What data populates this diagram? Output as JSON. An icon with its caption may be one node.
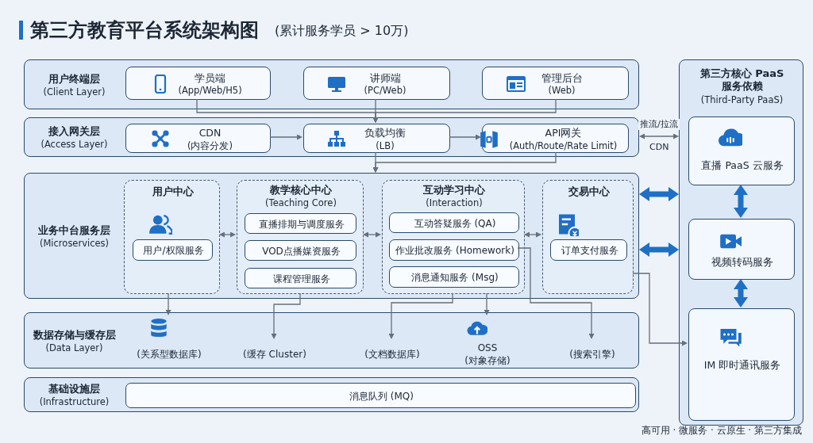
{
  "diagram": {
    "title": "第三方教育平台系统架构图",
    "caption": "高可用 · 微服务 · 云原生 · 第三方集成",
    "nodes": [
      {
        "text": [
          "用户终端层",
          "(Client Layer)"
        ]
      },
      {
        "text": [
          "学员端",
          "(App/Web/H5)"
        ],
        "in": 0
      },
      {
        "text": [
          "讲师端",
          "(PC/Web)"
        ],
        "in": 0
      },
      {
        "text": [
          "管理后台",
          "(Web)"
        ],
        "in": 0
      },
      {
        "text": [
          "接入网关层",
          "(Access Layer)"
        ]
      },
      {
        "text": [
          "CDN",
          "(内容分发)"
        ],
        "in": 4
      },
      {
        "text": [
          "负载均衡",
          "(LB)"
        ],
        "in": 4
      },
      {
        "text": [
          "API网关",
          "(Auth/Route/Rate Limit)"
        ],
        "in": 4
      },
      {
        "text": [
          "业务中台服务层",
          "(Microservices)"
        ]
      },
      {
        "text": [
          "用户中心"
        ],
        "in": 8
      },
      {
        "text": [
          "用户/权限服务"
        ],
        "in": 9
      },
      {
        "text": [
          "教学核心中心",
          "(Teaching Core)"
        ],
        "in": 8
      },
      {
        "text": [
          "直播排期与调度服务"
        ],
        "in": 11
      },
      {
        "text": [
          "VOD点播媒资服务"
        ],
        "in": 11
      },
      {
        "text": [
          "课程管理服务"
        ],
        "in": 11
      },
      {
        "text": [
          "互动学习中心",
          "(Interaction)"
        ],
        "in": 8
      },
      {
        "text": [
          "互动答疑服务 (QA)"
        ],
        "in": 15
      },
      {
        "text": [
          "作业批改服务 (Homework)"
        ],
        "in": 15
      },
      {
        "text": [
          "消息通知服务 (Msg)"
        ],
        "in": 15
      },
      {
        "text": [
          "交易中心"
        ],
        "in": 8
      },
      {
        "text": [
          "订单支付服务"
        ],
        "in": 19
      },
      {
        "text": [
          "数据存储与缓存层",
          "(Data Layer)"
        ]
      },
      {
        "text": [
          "(关系型数据库)"
        ],
        "in": 21
      },
      {
        "text": [
          "(缓存 Cluster)"
        ],
        "in": 21
      },
      {
        "text": [
          "(文档数据库)"
        ],
        "in": 21
      },
      {
        "text": [
          "OSS",
          "(对象存储)"
        ],
        "in": 21
      },
      {
        "text": [
          "(搜索引擎)"
        ],
        "in": 21
      },
      {
        "text": [
          "基础设施层",
          "(Infrastructure)"
        ]
      },
      {
        "text": [
          "消息队列 (MQ)"
        ],
        "in": 27
      },
      {
        "text": [
          "第三方核心 PaaS 服务依赖",
          "(Third-Party PaaS)"
        ]
      },
      {
        "text": [
          "直播 PaaS 云服务"
        ],
        "in": 29
      },
      {
        "text": [
          "视频转码服务"
        ],
        "in": 29
      },
      {
        "text": [
          "IM 即时通讯服务"
        ],
        "in": 29
      }
    ],
    "edges": [
      {
        "from": 1,
        "to": 6,
        "arrow": "to"
      },
      {
        "from": 2,
        "to": 6,
        "arrow": "to"
      },
      {
        "from": 3,
        "to": 6,
        "arrow": "to"
      },
      {
        "from": 5,
        "to": 6,
        "arrow": "to"
      },
      {
        "from": 6,
        "to": 7,
        "arrow": "to"
      },
      {
        "from": 6,
        "to": 8,
        "arrow": "to"
      },
      {
        "from": 7,
        "to": 8,
        "arrow": "to"
      },
      {
        "from": 4,
        "to": 29,
        "arrow": "both",
        "label": "推流/拉流"
      },
      {
        "from": 9,
        "to": 11,
        "arrow": "both"
      },
      {
        "from": 11,
        "to": 15,
        "arrow": "both"
      },
      {
        "from": 15,
        "to": 19,
        "arrow": "both"
      },
      {
        "from": 8,
        "to": 29,
        "arrow": "both",
        "style": "thick",
        "color": "#1f6fc5"
      },
      {
        "from": 8,
        "to": 29,
        "arrow": "both",
        "style": "thick",
        "color": "#1f6fc5"
      },
      {
        "from": 30,
        "to": 31,
        "arrow": "both",
        "style": "thick",
        "color": "#1f6fc5"
      },
      {
        "from": 31,
        "to": 32,
        "arrow": "both",
        "style": "thick",
        "color": "#1f6fc5"
      },
      {
        "from": 19,
        "to": 32,
        "arrow": "to"
      },
      {
        "from": 9,
        "to": 22,
        "arrow": "to"
      },
      {
        "from": 11,
        "to": 23,
        "arrow": "to"
      },
      {
        "from": 15,
        "to": 24,
        "arrow": "to"
      },
      {
        "from": 15,
        "to": 25,
        "arrow": "to"
      },
      {
        "from": 17,
        "to": 26,
        "arrow": "to"
      }
    ],
    "labels": [
      "(累计服务学员 > 10万)",
      "CDN"
    ]
  }
}
